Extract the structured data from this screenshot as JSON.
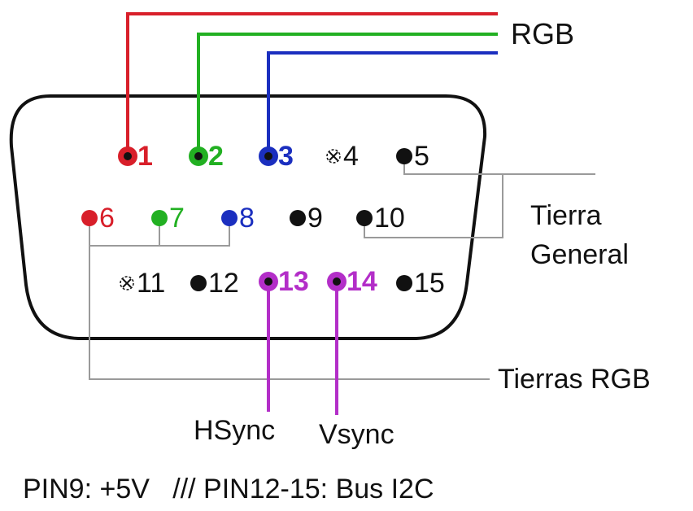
{
  "colors": {
    "red": "#d81f2a",
    "green": "#22b022",
    "blue": "#1b2fbf",
    "magenta": "#b32ec8",
    "gray": "#9a9a9a",
    "black": "#111111"
  },
  "labels": {
    "rgb": "RGB",
    "tierra_general_line1": "Tierra",
    "tierra_general_line2": "General",
    "tierras_rgb": "Tierras RGB",
    "hsync": "HSync",
    "vsync": "Vsync",
    "footer": "PIN9: +5V   /// PIN12-15: Bus I2C"
  },
  "pins": [
    {
      "number": "1",
      "color": "red",
      "marker": "ring"
    },
    {
      "number": "2",
      "color": "green",
      "marker": "ring"
    },
    {
      "number": "3",
      "color": "blue",
      "marker": "ring"
    },
    {
      "number": "4",
      "color": "black",
      "marker": "none"
    },
    {
      "number": "5",
      "color": "black",
      "marker": "dot"
    },
    {
      "number": "6",
      "color": "red",
      "marker": "dot"
    },
    {
      "number": "7",
      "color": "green",
      "marker": "dot"
    },
    {
      "number": "8",
      "color": "blue",
      "marker": "dot"
    },
    {
      "number": "9",
      "color": "black",
      "marker": "dot"
    },
    {
      "number": "10",
      "color": "black",
      "marker": "dot"
    },
    {
      "number": "11",
      "color": "black",
      "marker": "none"
    },
    {
      "number": "12",
      "color": "black",
      "marker": "dot"
    },
    {
      "number": "13",
      "color": "magenta",
      "marker": "ring"
    },
    {
      "number": "14",
      "color": "magenta",
      "marker": "ring"
    },
    {
      "number": "15",
      "color": "black",
      "marker": "dot"
    }
  ]
}
